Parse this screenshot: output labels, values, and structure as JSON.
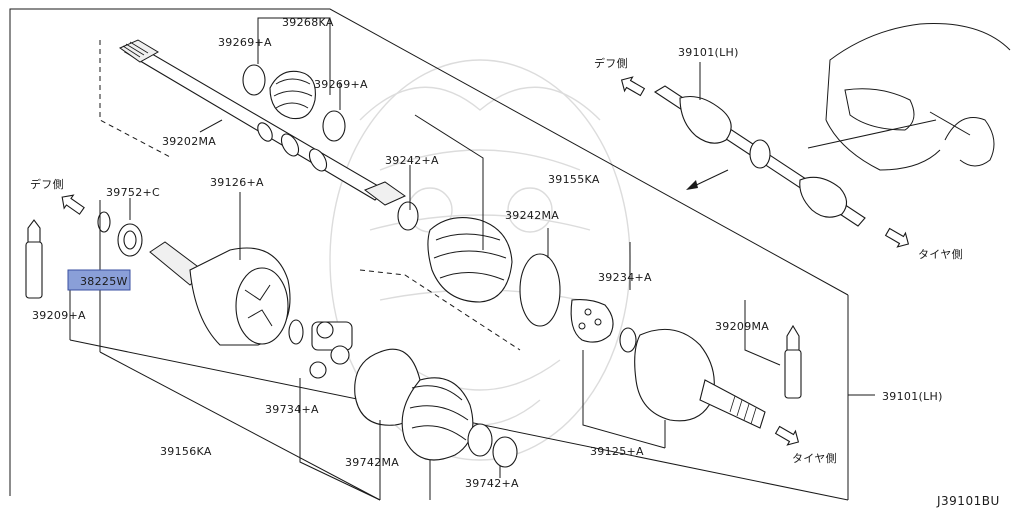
{
  "labels": {
    "p39269a_top": "39269+A",
    "p39268ka": "39268KA",
    "p39269a_right": "39269+A",
    "p39202ma": "39202MA",
    "p39242a": "39242+A",
    "p39155ka": "39155KA",
    "p39242ma": "39242MA",
    "p39752c": "39752+C",
    "p39126a": "39126+A",
    "p38225w": "38225W",
    "p39209a": "39209+A",
    "p39234a": "39234+A",
    "p39209ma": "39209MA",
    "p39101lh_top": "39101(LH)",
    "p39101lh_right": "39101(LH)",
    "p39734a": "39734+A",
    "p39156ka": "39156KA",
    "p39742ma": "39742MA",
    "p39742a": "39742+A",
    "p39125a": "39125+A"
  },
  "directions": {
    "diff_side_left": "デフ側",
    "diff_side_top": "デフ側",
    "tire_side_top": "タイヤ側",
    "tire_side_bottom": "タイヤ側"
  },
  "diagram_code": "J39101BU",
  "colors": {
    "highlight_fill": "#8a9fd8",
    "highlight_stroke": "#3a4fa0",
    "line": "#1a1a1a"
  }
}
